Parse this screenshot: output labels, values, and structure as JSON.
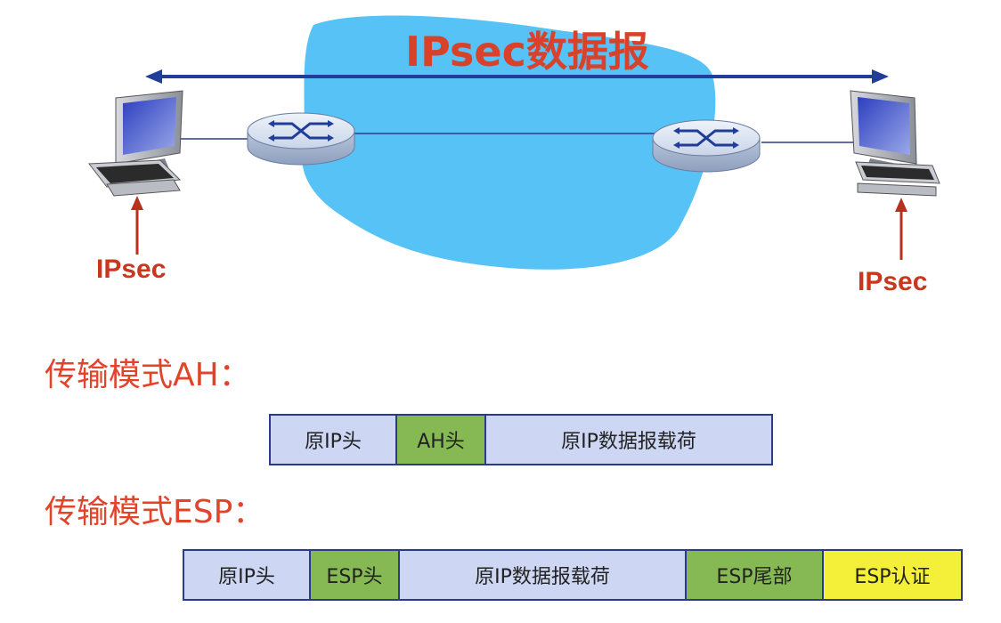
{
  "title": "IPsec数据报",
  "endpoints": {
    "left_label": "IPsec",
    "right_label": "IPsec"
  },
  "modes": [
    {
      "label": "传输模式AH：",
      "segments": [
        {
          "label": "原IP头",
          "color": "#cdd6f2"
        },
        {
          "label": "AH头",
          "color": "#86b954"
        },
        {
          "label": "原IP数据报载荷",
          "color": "#cdd6f2"
        }
      ]
    },
    {
      "label": "传输模式ESP：",
      "segments": [
        {
          "label": "原IP头",
          "color": "#cdd6f2"
        },
        {
          "label": "ESP头",
          "color": "#86b954"
        },
        {
          "label": "原IP数据报载荷",
          "color": "#cdd6f2"
        },
        {
          "label": "ESP尾部",
          "color": "#86b954"
        },
        {
          "label": "ESP认证",
          "color": "#f4f03a"
        }
      ]
    }
  ],
  "colors": {
    "title": "#d9412b",
    "arrow": "#1f3d99",
    "cloud": "#56c2f5",
    "label_arrow": "#b5321f",
    "box_border": "#2b3a8a"
  }
}
